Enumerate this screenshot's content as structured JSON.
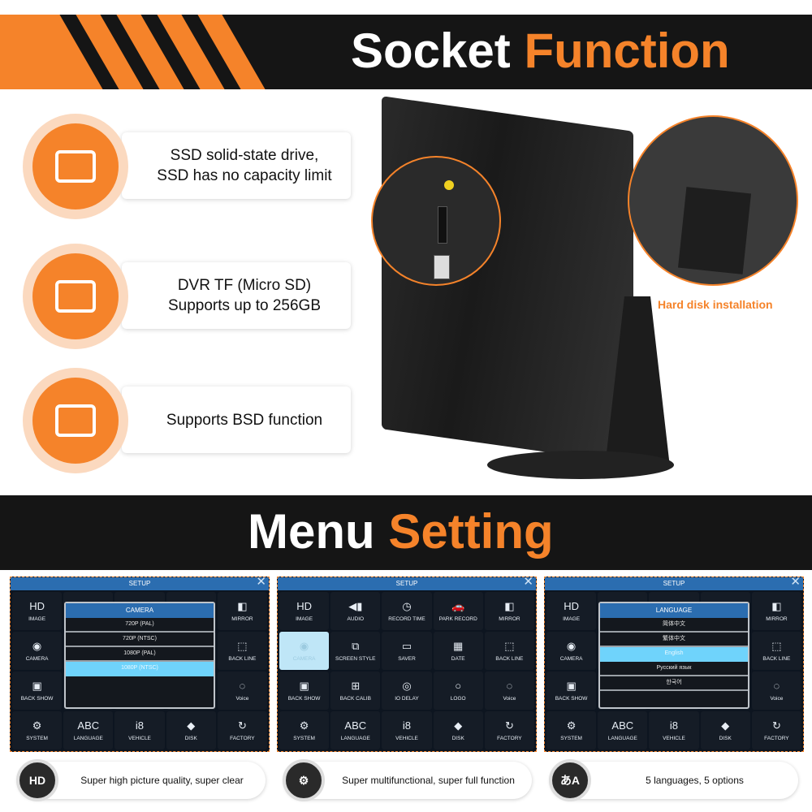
{
  "header": {
    "title_white": "Socket",
    "title_orange": "Function"
  },
  "features": [
    {
      "icon": "ssd-drive-icon",
      "line1": "SSD solid-state drive,",
      "line2": "SSD has no capacity limit"
    },
    {
      "icon": "micro-sd-card-icon",
      "line1": "DVR TF (Micro SD)",
      "line2": "Supports up to 256GB"
    },
    {
      "icon": "usb-drive-icon",
      "line1": "Supports BSD function",
      "line2": ""
    }
  ],
  "photo": {
    "caption": "Hard disk installation"
  },
  "menu_header": {
    "title_white": "Menu",
    "title_orange": "Setting"
  },
  "setup_title": "SETUP",
  "setup_items": [
    {
      "label": "IMAGE",
      "icon": "HD"
    },
    {
      "label": "AUDIO",
      "icon": "◀▮"
    },
    {
      "label": "RECORD TIME",
      "icon": "◷"
    },
    {
      "label": "PARK RECORD",
      "icon": "🚗"
    },
    {
      "label": "MIRROR",
      "icon": "◧"
    },
    {
      "label": "CAMERA",
      "icon": "◉"
    },
    {
      "label": "SCREEN STYLE",
      "icon": "⧉"
    },
    {
      "label": "SAVER",
      "icon": "▭"
    },
    {
      "label": "DATE",
      "icon": "▦"
    },
    {
      "label": "BACK LINE",
      "icon": "⬚"
    },
    {
      "label": "BACK SHOW",
      "icon": "▣"
    },
    {
      "label": "BACK CALIB",
      "icon": "⊞"
    },
    {
      "label": "IO DELAY",
      "icon": "◎"
    },
    {
      "label": "LOGO",
      "icon": "○"
    },
    {
      "label": "Voice",
      "icon": "◌"
    },
    {
      "label": "SYSTEM",
      "icon": "⚙"
    },
    {
      "label": "LANGUAGE",
      "icon": "ABC"
    },
    {
      "label": "VEHICLE",
      "icon": "i8"
    },
    {
      "label": "DISK",
      "icon": "◆"
    },
    {
      "label": "FACTORY",
      "icon": "↻"
    }
  ],
  "screens": [
    {
      "modal": {
        "title": "CAMERA",
        "options": [
          "720P (PAL)",
          "720P (NTSC)",
          "1080P (PAL)",
          "1080P (NTSC)"
        ],
        "selected": 3
      }
    },
    {
      "selected_cell": 5
    },
    {
      "modal": {
        "title": "LANGUAGE",
        "options": [
          "简体中文",
          "繁体中文",
          "English",
          "Русский язык",
          "한국어"
        ],
        "selected": 2
      }
    }
  ],
  "captions": [
    {
      "icon": "hd-monitor-icon",
      "badge": "HD",
      "text": "Super high picture quality, super clear"
    },
    {
      "icon": "gears-icon",
      "badge": "⚙",
      "text": "Super multifunctional, super full function"
    },
    {
      "icon": "translate-icon",
      "badge": "あA",
      "text": "5 languages, 5 options"
    }
  ]
}
